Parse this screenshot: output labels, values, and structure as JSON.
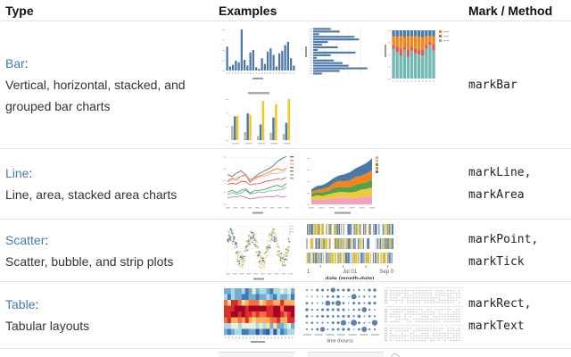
{
  "header": {
    "type": "Type",
    "examples": "Examples",
    "mark": "Mark / Method"
  },
  "rows": [
    {
      "type_label": "Bar",
      "colon": ":",
      "description": "Vertical, horizontal, stacked, and grouped bar charts",
      "marks": [
        "markBar"
      ]
    },
    {
      "type_label": "Line",
      "colon": ":",
      "description": "Line, area, stacked area charts",
      "marks": [
        "markLine,",
        "markArea"
      ]
    },
    {
      "type_label": "Scatter",
      "colon": ":",
      "description": "Scatter, bubble, and strip plots",
      "marks": [
        "markPoint,",
        "markTick"
      ]
    },
    {
      "type_label": "Table",
      "colon": ":",
      "description": "Tabular layouts",
      "marks": [
        "markRect,",
        "markText"
      ]
    }
  ],
  "colors": {
    "link": "#3d7eab",
    "heading": "#111111",
    "body_text": "#333333",
    "code_text": "#222222",
    "divider": "#e2e2e2",
    "bar_blue": "#4c78a8",
    "teal": "#72b7b2",
    "orange": "#f58518",
    "red": "#e45756",
    "yellow": "#eeca3b",
    "green": "#54a24b",
    "pink": "#f2a2c0",
    "gray": "#b5b5b5",
    "gold": "#f5c518"
  },
  "chart_data": [
    {
      "id": "bar-vertical",
      "type": "bar",
      "seed": 11,
      "color": "#4c78a8",
      "values": [
        58,
        10,
        14,
        24,
        20,
        100,
        26,
        12,
        44,
        50,
        8,
        4,
        30,
        16,
        46,
        54,
        38,
        10,
        42,
        48,
        62,
        70,
        30,
        12
      ]
    },
    {
      "id": "bar-horizontal",
      "type": "hbar",
      "seed": 22,
      "color": "#4c78a8",
      "values": [
        30,
        45,
        10,
        70,
        78,
        25,
        15,
        42,
        8,
        72,
        30,
        6,
        35,
        50,
        60,
        92,
        45,
        15
      ]
    },
    {
      "id": "bar-stacked",
      "type": "stack",
      "seed": 33,
      "series": [
        {
          "color": "#72b7b2",
          "values": [
            62,
            55,
            48,
            60,
            45,
            58,
            52,
            50,
            48,
            62,
            70,
            58
          ]
        },
        {
          "color": "#e45756",
          "values": [
            8,
            12,
            14,
            6,
            15,
            8,
            10,
            9,
            12,
            8,
            6,
            14
          ]
        },
        {
          "color": "#f58518",
          "values": [
            18,
            20,
            26,
            20,
            28,
            22,
            26,
            28,
            26,
            18,
            12,
            16
          ]
        },
        {
          "color": "#4c78a8",
          "values": [
            12,
            13,
            12,
            14,
            12,
            12,
            12,
            13,
            14,
            12,
            12,
            12
          ]
        }
      ],
      "legend": [
        "#f58518",
        "#e45756",
        "#72b7b2"
      ]
    },
    {
      "id": "bar-grouped",
      "type": "group",
      "seed": 44,
      "series": [
        {
          "color": "#b5b5b5",
          "values": [
            35,
            20,
            10,
            18,
            15
          ]
        },
        {
          "color": "#4c78a8",
          "values": [
            58,
            65,
            38,
            55,
            42
          ]
        },
        {
          "color": "#f5c518",
          "values": [
            60,
            62,
            95,
            88,
            100
          ]
        }
      ]
    },
    {
      "id": "line-multi",
      "type": "lines",
      "seed": 55,
      "series": [
        {
          "color": "#4c78a8",
          "values": [
            62,
            58,
            66,
            72,
            60,
            48,
            56,
            63,
            70,
            76,
            82,
            90,
            96,
            100
          ]
        },
        {
          "color": "#f58518",
          "values": [
            48,
            52,
            50,
            58,
            62,
            52,
            56,
            60,
            62,
            66,
            72,
            76,
            74,
            78
          ]
        },
        {
          "color": "#f2a2c0",
          "values": [
            52,
            54,
            57,
            60,
            64,
            50,
            54,
            58,
            60,
            62,
            65,
            66,
            68,
            70
          ]
        },
        {
          "color": "#e45756",
          "values": [
            42,
            44,
            42,
            47,
            50,
            40,
            44,
            46,
            48,
            50,
            52,
            54,
            53,
            56
          ]
        },
        {
          "color": "#54a24b",
          "values": [
            26,
            30,
            26,
            32,
            34,
            24,
            28,
            32,
            30,
            34,
            37,
            40,
            38,
            42
          ]
        },
        {
          "color": "#72b7b2",
          "values": [
            22,
            24,
            22,
            26,
            28,
            20,
            24,
            26,
            24,
            28,
            30,
            32,
            31,
            34
          ]
        },
        {
          "color": "#d67195",
          "values": [
            14,
            15,
            14,
            16,
            15,
            13,
            15,
            14,
            15,
            16,
            15,
            17,
            16,
            17
          ]
        }
      ]
    },
    {
      "id": "area-stacked",
      "type": "areastack",
      "seed": 66,
      "layers": [
        {
          "color": "#f2a2c0",
          "values": [
            11,
            12,
            12,
            13,
            13,
            14,
            15,
            15,
            16,
            17,
            17,
            18
          ]
        },
        {
          "color": "#eeca3b",
          "values": [
            8,
            9,
            10,
            11,
            12,
            13,
            13,
            14,
            15,
            16,
            17,
            18
          ]
        },
        {
          "color": "#54a24b",
          "values": [
            6,
            7,
            8,
            9,
            10,
            11,
            12,
            13,
            14,
            15,
            16,
            17
          ]
        },
        {
          "color": "#f58518",
          "values": [
            5,
            6,
            8,
            9,
            11,
            12,
            14,
            15,
            17,
            18,
            20,
            22
          ]
        },
        {
          "color": "#4c78a8",
          "values": [
            5,
            7,
            8,
            10,
            12,
            14,
            16,
            18,
            20,
            22,
            25,
            28
          ]
        }
      ]
    },
    {
      "id": "scatter-wave",
      "type": "scatterwave",
      "seed": 77,
      "points": 260,
      "cycles": 3,
      "colors": [
        "#e0c13a",
        "#4c78a8",
        "#aab2b8"
      ]
    },
    {
      "id": "strip-plot",
      "type": "strip",
      "seed": 88,
      "rows": 3,
      "ticks_per_row": 95,
      "colors": [
        "#e0c13a",
        "#4c78a8",
        "#9aa5ad"
      ],
      "xticks": [
        "1",
        "Jul 01",
        "Sep 0"
      ],
      "xlabel": "date (month-date)"
    },
    {
      "id": "table-heatmap",
      "type": "heat",
      "seed": 99,
      "cols": 20,
      "rows": 8,
      "row_levels": [
        0.3,
        0.25,
        0.68,
        0.93,
        0.86,
        0.7,
        0.42,
        0.22
      ],
      "palette": [
        "#2c57a7",
        "#3f7cb8",
        "#74add1",
        "#abd9e9",
        "#e8f2da",
        "#fee090",
        "#fdae61",
        "#f46d43",
        "#d73027",
        "#a50026"
      ]
    },
    {
      "id": "table-bubble",
      "type": "bubble",
      "seed": 110,
      "cols": 14,
      "rows": 7,
      "color": "#4c78a8",
      "xlabel": "time (hours)"
    },
    {
      "id": "table-text",
      "type": "texttable",
      "seed": 121,
      "blocks": 3,
      "text_color": "#c9c9c9"
    },
    {
      "id": "partial-1",
      "type": "partialbox",
      "seed": 1
    },
    {
      "id": "partial-2",
      "type": "partialbox",
      "seed": 2
    },
    {
      "id": "partial-circle",
      "type": "partialcircle",
      "seed": 3
    }
  ]
}
